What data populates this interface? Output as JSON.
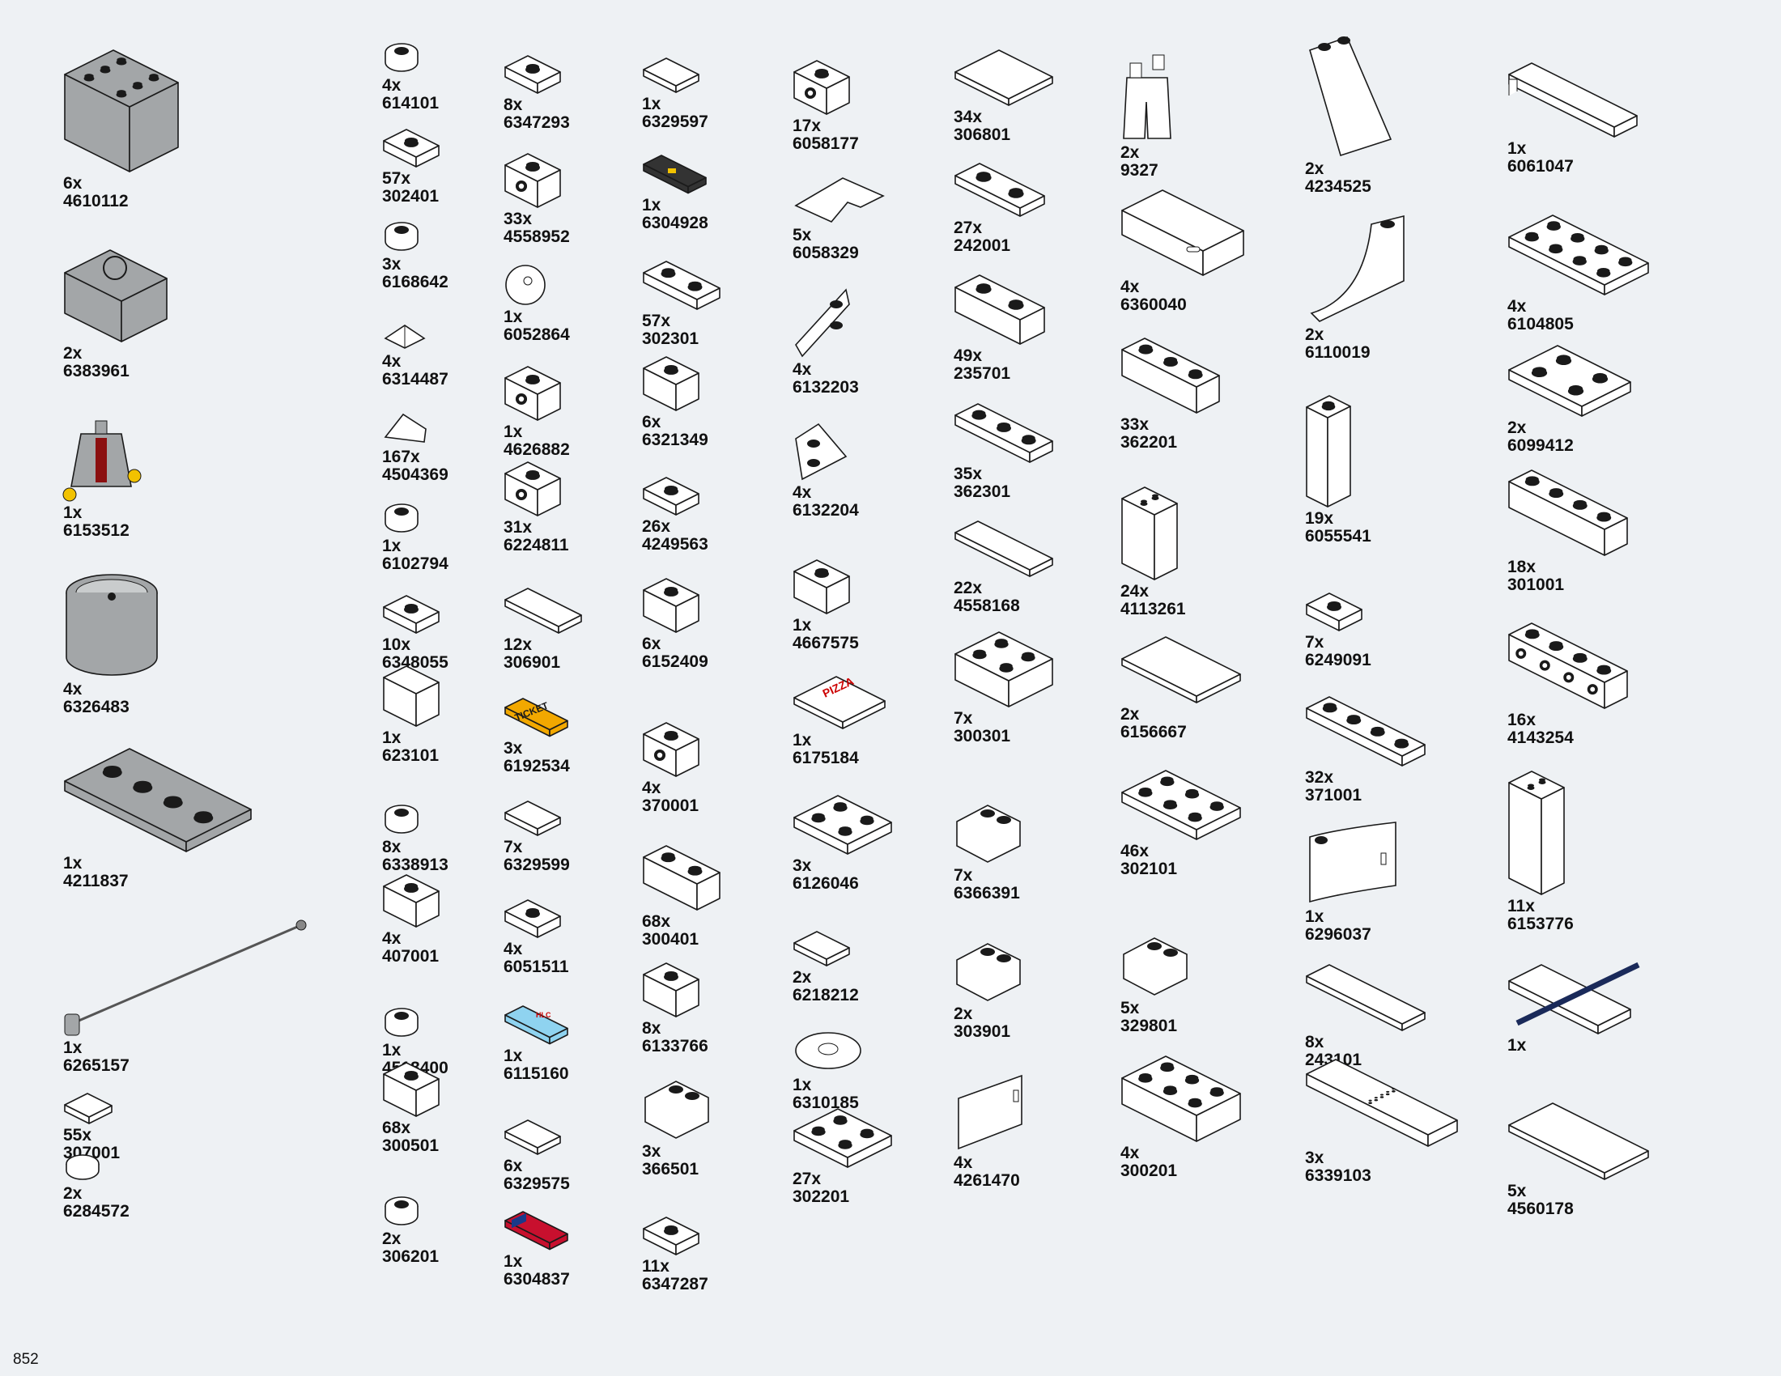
{
  "page_number": "852",
  "colors": {
    "background": "#eef1f4",
    "part_white": "#ffffff",
    "part_gray": "#a3a6a8",
    "outline": "#1a1a1a"
  },
  "columns": [
    {
      "parts": [
        {
          "qty": "6x",
          "id": "4610112",
          "icon": "drawer-frame-icon"
        },
        {
          "qty": "2x",
          "id": "6383961",
          "icon": "engine-block-icon"
        },
        {
          "qty": "1x",
          "id": "6153512",
          "icon": "minifig-torso-icon"
        },
        {
          "qty": "4x",
          "id": "6326483",
          "icon": "round-container-icon"
        },
        {
          "qty": "1x",
          "id": "4211837",
          "icon": "plate-4x4-studs-icon"
        },
        {
          "qty": "1x",
          "id": "6265157",
          "icon": "antenna-bar-icon"
        },
        {
          "qty": "55x",
          "id": "307001",
          "icon": "tile-1x1-icon"
        },
        {
          "qty": "2x",
          "id": "6284572",
          "icon": "round-tile-1x1-icon"
        }
      ]
    },
    {
      "parts": [
        {
          "qty": "4x",
          "id": "614101",
          "icon": "round-plate-icon"
        },
        {
          "qty": "57x",
          "id": "302401",
          "icon": "plate-1x1-icon"
        },
        {
          "qty": "3x",
          "id": "6168642",
          "icon": "round-plate-hole-icon"
        },
        {
          "qty": "4x",
          "id": "6314487",
          "icon": "pyramid-tile-icon"
        },
        {
          "qty": "167x",
          "id": "4504369",
          "icon": "slope-1x1-icon"
        },
        {
          "qty": "1x",
          "id": "6102794",
          "icon": "cupcake-top-icon"
        },
        {
          "qty": "10x",
          "id": "6348055",
          "icon": "plate-clip-icon"
        },
        {
          "qty": "1x",
          "id": "623101",
          "icon": "corner-panel-icon"
        },
        {
          "qty": "8x",
          "id": "6338913",
          "icon": "flower-icon"
        },
        {
          "qty": "4x",
          "id": "407001",
          "icon": "bracket-1x1-icon"
        },
        {
          "qty": "1x",
          "id": "4518400",
          "icon": "cone-icon"
        },
        {
          "qty": "68x",
          "id": "300501",
          "icon": "brick-1x1-icon"
        },
        {
          "qty": "2x",
          "id": "306201",
          "icon": "round-brick-icon"
        }
      ]
    },
    {
      "parts": [
        {
          "qty": "8x",
          "id": "6347293",
          "icon": "plate-clip-horizontal-icon"
        },
        {
          "qty": "33x",
          "id": "4558952",
          "icon": "brick-side-stud-icon"
        },
        {
          "qty": "1x",
          "id": "6052864",
          "icon": "sphere-icon"
        },
        {
          "qty": "1x",
          "id": "4626882",
          "icon": "brick-two-side-studs-icon"
        },
        {
          "qty": "31x",
          "id": "6224811",
          "icon": "brick-four-side-studs-icon"
        },
        {
          "qty": "12x",
          "id": "306901",
          "icon": "tile-1x2-icon"
        },
        {
          "qty": "3x",
          "id": "6192534",
          "icon": "ticket-tile-icon",
          "print": "TICKET"
        },
        {
          "qty": "7x",
          "id": "6329599",
          "icon": "printed-receipt-tile-icon"
        },
        {
          "qty": "4x",
          "id": "6051511",
          "icon": "jumper-plate-icon"
        },
        {
          "qty": "1x",
          "id": "6115160",
          "icon": "printed-card-tile-icon",
          "print": "HLC"
        },
        {
          "qty": "6x",
          "id": "6329575",
          "icon": "keyboard-tile-icon"
        },
        {
          "qty": "1x",
          "id": "6304837",
          "icon": "flag-tile-icon"
        }
      ]
    },
    {
      "parts": [
        {
          "qty": "1x",
          "id": "6329597",
          "icon": "letter-tile-icon"
        },
        {
          "qty": "1x",
          "id": "6304928",
          "icon": "control-panel-tile-icon"
        },
        {
          "qty": "57x",
          "id": "302301",
          "icon": "plate-1x2-icon"
        },
        {
          "qty": "6x",
          "id": "6321349",
          "icon": "brick-clip-icon"
        },
        {
          "qty": "26x",
          "id": "4249563",
          "icon": "plate-rail-icon"
        },
        {
          "qty": "6x",
          "id": "6152409",
          "icon": "brick-masonry-icon"
        },
        {
          "qty": "4x",
          "id": "370001",
          "icon": "technic-brick-icon"
        },
        {
          "qty": "68x",
          "id": "300401",
          "icon": "brick-1x2-icon"
        },
        {
          "qty": "8x",
          "id": "6133766",
          "icon": "gear-brick-icon"
        },
        {
          "qty": "3x",
          "id": "366501",
          "icon": "inverted-slope-icon"
        },
        {
          "qty": "11x",
          "id": "6347287",
          "icon": "plate-double-clip-icon"
        }
      ]
    },
    {
      "parts": [
        {
          "qty": "17x",
          "id": "6058177",
          "icon": "brick-side-studs-2x-icon"
        },
        {
          "qty": "5x",
          "id": "6058329",
          "icon": "corner-tile-icon"
        },
        {
          "qty": "4x",
          "id": "6132203",
          "icon": "wedge-plate-left-icon"
        },
        {
          "qty": "4x",
          "id": "6132204",
          "icon": "wedge-plate-right-icon"
        },
        {
          "qty": "1x",
          "id": "4667575",
          "icon": "brick-multi-studs-icon"
        },
        {
          "qty": "1x",
          "id": "6175184",
          "icon": "pizza-tile-icon",
          "print": "PIZZA"
        },
        {
          "qty": "3x",
          "id": "6126046",
          "icon": "jumper-plate-2x2-icon"
        },
        {
          "qty": "2x",
          "id": "6218212",
          "icon": "newspaper-tile-icon"
        },
        {
          "qty": "1x",
          "id": "6310185",
          "icon": "round-tile-hole-icon"
        },
        {
          "qty": "27x",
          "id": "302201",
          "icon": "plate-2x2-icon"
        }
      ]
    },
    {
      "parts": [
        {
          "qty": "34x",
          "id": "306801",
          "icon": "tile-2x2-icon"
        },
        {
          "qty": "27x",
          "id": "242001",
          "icon": "corner-plate-icon"
        },
        {
          "qty": "49x",
          "id": "235701",
          "icon": "corner-brick-icon"
        },
        {
          "qty": "35x",
          "id": "362301",
          "icon": "plate-1x3-icon"
        },
        {
          "qty": "22x",
          "id": "4558168",
          "icon": "tile-1x3-icon"
        },
        {
          "qty": "7x",
          "id": "300301",
          "icon": "brick-2x2-icon"
        },
        {
          "qty": "7x",
          "id": "6366391",
          "icon": "inverted-slope-2x2-icon"
        },
        {
          "qty": "2x",
          "id": "303901",
          "icon": "slope-2x2-icon"
        },
        {
          "qty": "4x",
          "id": "4261470",
          "icon": "door-icon"
        }
      ]
    },
    {
      "parts": [
        {
          "qty": "2x",
          "id": "9327",
          "icon": "minifig-legs-icon"
        },
        {
          "qty": "4x",
          "id": "6360040",
          "icon": "drawer-icon"
        },
        {
          "qty": "33x",
          "id": "362201",
          "icon": "brick-1x3-icon"
        },
        {
          "qty": "24x",
          "id": "4113261",
          "icon": "brick-1x2x2-icon"
        },
        {
          "qty": "2x",
          "id": "6156667",
          "icon": "tile-2x3-icon"
        },
        {
          "qty": "46x",
          "id": "302101",
          "icon": "plate-2x3-icon"
        },
        {
          "qty": "5x",
          "id": "329801",
          "icon": "slope-2x3-icon"
        },
        {
          "qty": "4x",
          "id": "300201",
          "icon": "brick-2x3-icon"
        }
      ]
    },
    {
      "parts": [
        {
          "qty": "2x",
          "id": "4234525",
          "icon": "slope-tall-icon"
        },
        {
          "qty": "2x",
          "id": "6110019",
          "icon": "arch-slope-icon"
        },
        {
          "qty": "19x",
          "id": "6055541",
          "icon": "tall-brick-icon"
        },
        {
          "qty": "7x",
          "id": "6249091",
          "icon": "plate-end-studs-icon"
        },
        {
          "qty": "32x",
          "id": "371001",
          "icon": "plate-1x4-icon"
        },
        {
          "qty": "1x",
          "id": "6296037",
          "icon": "curved-panel-icon"
        },
        {
          "qty": "8x",
          "id": "243101",
          "icon": "tile-1x4-icon"
        },
        {
          "qty": "3x",
          "id": "6339103",
          "icon": "curved-plate-icon"
        }
      ]
    },
    {
      "parts": [
        {
          "qty": "1x",
          "id": "6061047",
          "icon": "tile-ledge-icon"
        },
        {
          "qty": "4x",
          "id": "6104805",
          "icon": "plate-2x4-icon"
        },
        {
          "qty": "2x",
          "id": "6099412",
          "icon": "cross-plate-icon"
        },
        {
          "qty": "18x",
          "id": "301001",
          "icon": "brick-1x4-icon"
        },
        {
          "qty": "16x",
          "id": "4143254",
          "icon": "technic-brick-1x4-icon"
        },
        {
          "qty": "11x",
          "id": "6153776",
          "icon": "brick-1x2x3-icon"
        },
        {
          "qty": "1x",
          "id": "",
          "icon": "striped-tile-icon"
        },
        {
          "qty": "5x",
          "id": "4560178",
          "icon": "tile-2x4-icon"
        }
      ]
    }
  ]
}
